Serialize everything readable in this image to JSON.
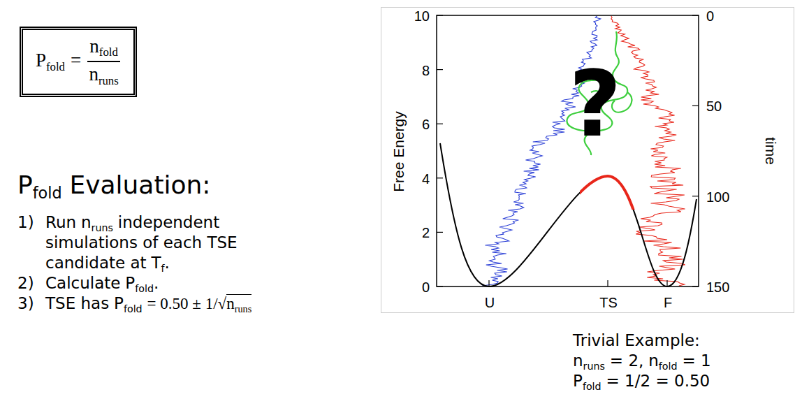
{
  "diagram": {
    "nodes": [
      {
        "text": [
          "P",
          "fold",
          "=",
          "n",
          "fold",
          "n",
          "runs"
        ]
      },
      {
        "text": [
          "10",
          "8",
          "6",
          "4",
          "2",
          "0",
          "Free Energy",
          "0",
          "50",
          "100",
          "150",
          "time",
          "U",
          "TS",
          "F",
          "?"
        ]
      }
    ],
    "labels": [
      "P",
      "fold",
      "Evaluation:",
      "1)",
      "Run",
      "n",
      "runs",
      "independent",
      "simulations of each TSE",
      "candidate at",
      "T",
      "f",
      ".",
      "2)",
      "Calculate",
      "P",
      "fold",
      ".",
      "3)",
      "TSE has",
      "P",
      "fold",
      "= 0.50 ± 1/",
      "√",
      "n",
      "runs",
      "Trivial Example:",
      "n",
      "runs",
      "= 2,",
      "n",
      "fold",
      "= 1",
      "P",
      "fold",
      "= 1/2 = 0.50"
    ]
  }
}
